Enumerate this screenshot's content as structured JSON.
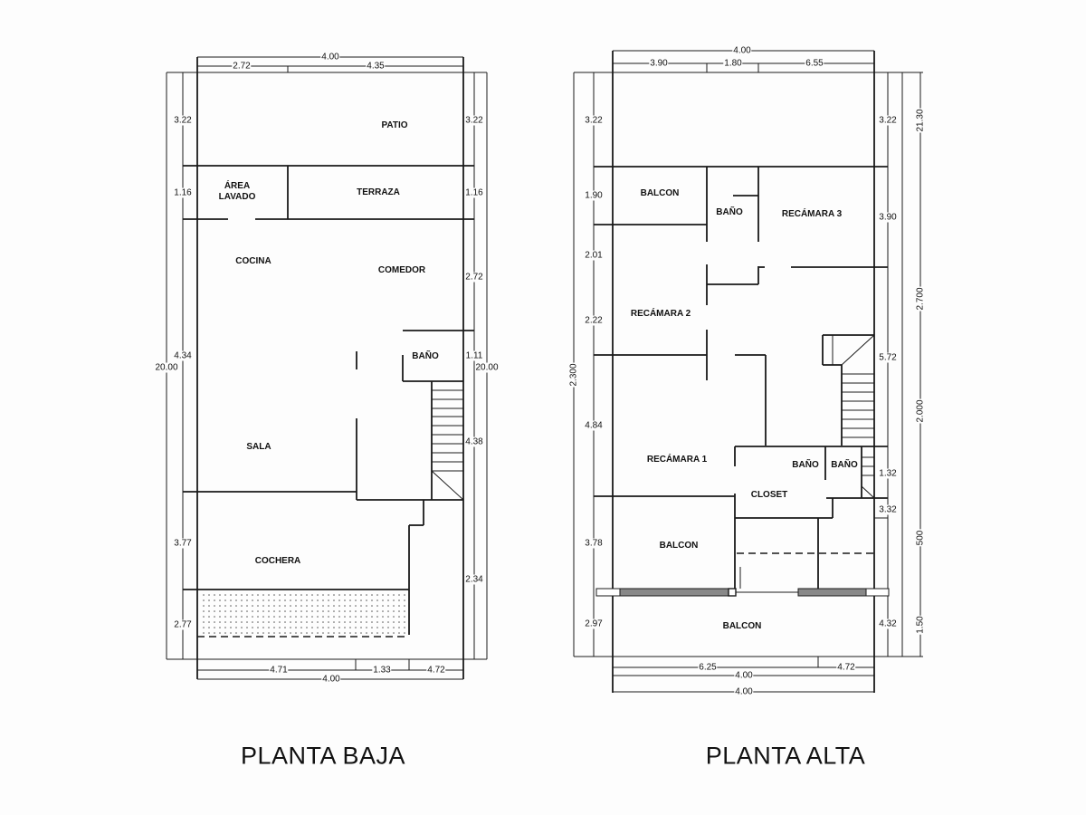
{
  "plans": [
    {
      "title": "PLANTA BAJA",
      "rooms": [
        "PATIO",
        "ÁREA\nLAVADO",
        "TERRAZA",
        "COCINA",
        "COMEDOR",
        "BAÑO",
        "SALA",
        "COCHERA"
      ],
      "dims_top": [
        "4.00",
        "2.72",
        "4.35"
      ],
      "dims_left": [
        "3.22",
        "1.16",
        "4.34",
        "20.00",
        "3.77",
        "2.77"
      ],
      "dims_right": [
        "3.22",
        "1.16",
        "2.72",
        "1.11",
        "20.00",
        "4.38",
        "2.34"
      ],
      "dims_bottom": [
        "4.71",
        "1.33",
        "4.72",
        "4.00"
      ]
    },
    {
      "title": "PLANTA ALTA",
      "rooms": [
        "BALCON",
        "BAÑO",
        "RECÁMARA 3",
        "RECÁMARA 2",
        "RECÁMARA 1",
        "BAÑO",
        "BAÑO",
        "CLOSET",
        "BALCON",
        "BALCON"
      ],
      "dims_top": [
        "4.00",
        "3.90",
        "1.80",
        "6.55"
      ],
      "dims_left": [
        "3.22",
        "1.90",
        "2.01",
        "2.22",
        "2.300",
        "4.84",
        "3.78",
        "2.97"
      ],
      "dims_right": [
        "3.22",
        "3.90",
        "5.72",
        "1.32",
        "3.32",
        "4.32"
      ],
      "dims_far_right": [
        "21.30",
        "2.700",
        "2.000",
        "500",
        "1.50"
      ],
      "dims_bottom": [
        "6.25",
        "4.72",
        "4.00",
        "4.00"
      ]
    }
  ]
}
